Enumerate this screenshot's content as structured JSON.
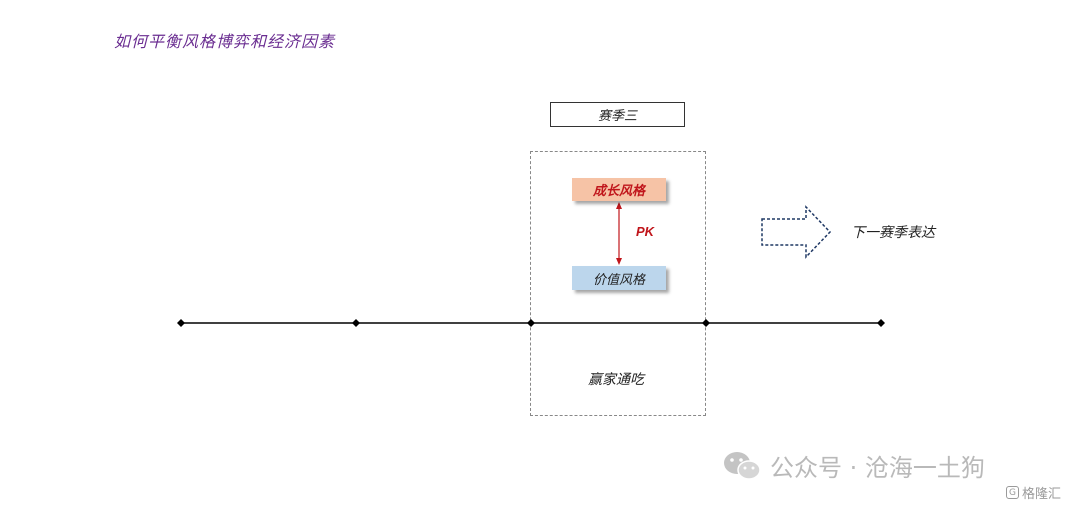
{
  "title": "如何平衡风格博弈和经济因素",
  "season_label": "赛季三",
  "growth_label": "成长风格",
  "value_label": "价值风格",
  "pk_label": "PK",
  "winner_label": "赢家通吃",
  "next_label": "下一赛季表达",
  "watermark": {
    "text": "公众号 · 沧海一土狗",
    "logo_text": "格隆汇",
    "logo_mark": "G"
  },
  "colors": {
    "title": "#6a2d91",
    "growth_fill": "#f6c3a6",
    "value_fill": "#bcd6ec",
    "pk_red": "#c0151b",
    "arrow_outline": "#1f3864"
  },
  "icons": [
    "wechat-icon",
    "right-arrow-icon",
    "double-arrow-icon"
  ]
}
